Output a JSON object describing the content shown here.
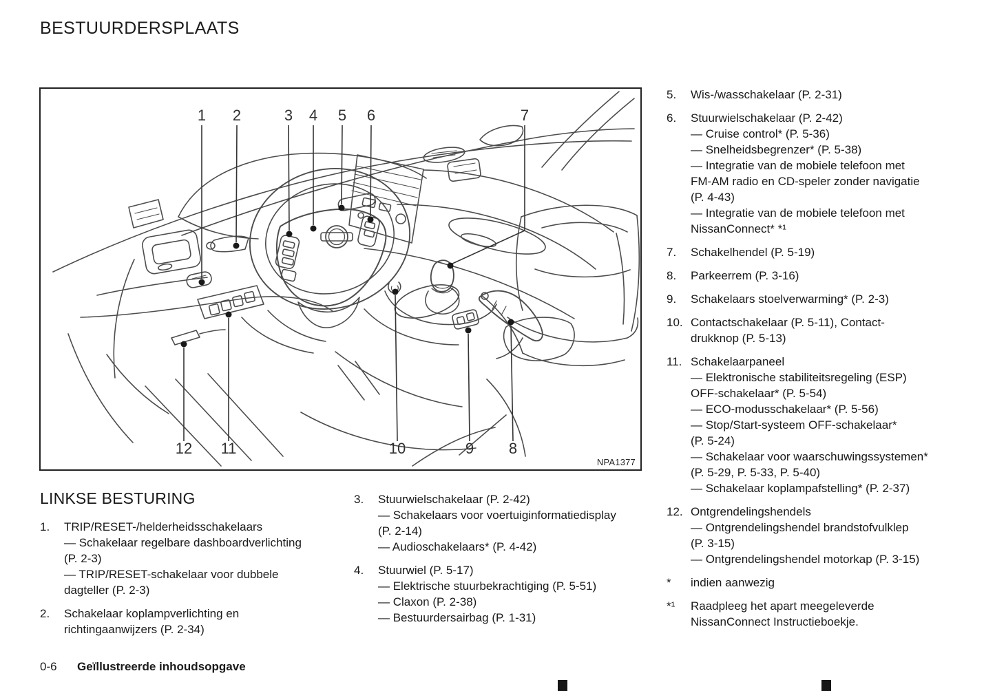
{
  "title": "BESTUURDERSPLAATS",
  "figure": {
    "code": "NPA1377",
    "callouts": [
      "1",
      "2",
      "3",
      "4",
      "5",
      "6",
      "7",
      "8",
      "9",
      "10",
      "11",
      "12"
    ]
  },
  "columns": {
    "left": {
      "heading": "LINKSE BESTURING",
      "items": [
        {
          "num": "1.",
          "lines": [
            "TRIP/RESET-/helderheidsschakelaars",
            "— Schakelaar regelbare dashboardverlichting",
            "(P. 2-3)",
            "— TRIP/RESET-schakelaar voor dubbele",
            "dagteller (P. 2-3)"
          ]
        },
        {
          "num": "2.",
          "lines": [
            "Schakelaar koplampverlichting en",
            "richtingaanwijzers (P. 2-34)"
          ]
        }
      ]
    },
    "middle": {
      "items": [
        {
          "num": "3.",
          "lines": [
            "Stuurwielschakelaar (P. 2-42)",
            "— Schakelaars voor voertuiginformatiedisplay",
            "(P. 2-14)",
            "— Audioschakelaars* (P. 4-42)"
          ]
        },
        {
          "num": "4.",
          "lines": [
            "Stuurwiel (P. 5-17)",
            "— Elektrische stuurbekrachtiging (P. 5-51)",
            "— Claxon (P. 2-38)",
            "— Bestuurdersairbag (P. 1-31)"
          ]
        }
      ]
    },
    "right": {
      "items": [
        {
          "num": "5.",
          "lines": [
            "Wis-/wasschakelaar (P. 2-31)"
          ]
        },
        {
          "num": "6.",
          "lines": [
            "Stuurwielschakelaar (P. 2-42)",
            "— Cruise control* (P. 5-36)",
            "— Snelheidsbegrenzer* (P. 5-38)",
            "— Integratie van de mobiele telefoon met",
            "FM-AM radio en CD-speler zonder navigatie",
            "(P. 4-43)",
            "— Integratie van de mobiele telefoon met",
            "NissanConnect* *¹"
          ]
        },
        {
          "num": "7.",
          "lines": [
            "Schakelhendel (P. 5-19)"
          ]
        },
        {
          "num": "8.",
          "lines": [
            "Parkeerrem (P. 3-16)"
          ]
        },
        {
          "num": "9.",
          "lines": [
            "Schakelaars stoelverwarming* (P. 2-3)"
          ]
        },
        {
          "num": "10.",
          "lines": [
            "Contactschakelaar (P. 5-11), Contact-",
            "drukknop (P. 5-13)"
          ]
        },
        {
          "num": "11.",
          "lines": [
            "Schakelaarpaneel",
            "— Elektronische stabiliteitsregeling (ESP)",
            "OFF-schakelaar* (P. 5-54)",
            "— ECO-modusschakelaar* (P. 5-56)",
            "— Stop/Start-systeem OFF-schakelaar*",
            "(P. 5-24)",
            "— Schakelaar voor waarschuwingssystemen*",
            "(P. 5-29, P. 5-33, P. 5-40)",
            "— Schakelaar koplampafstelling* (P. 2-37)"
          ]
        },
        {
          "num": "12.",
          "lines": [
            "Ontgrendelingshendels",
            "— Ontgrendelingshendel brandstofvulklep",
            "(P. 3-15)",
            "— Ontgrendelingshendel motorkap (P. 3-15)"
          ]
        },
        {
          "num": "*",
          "lines": [
            "indien aanwezig"
          ]
        },
        {
          "num": "*¹",
          "lines": [
            "Raadpleeg het apart meegeleverde",
            "NissanConnect Instructieboekje."
          ]
        }
      ]
    }
  },
  "footer": {
    "page_number": "0-6",
    "section_title": "Geïllustreerde inhoudsopgave"
  },
  "colors": {
    "ink": "#1a1a1a",
    "line_art": "#4d4d4d",
    "leader": "#333333"
  }
}
